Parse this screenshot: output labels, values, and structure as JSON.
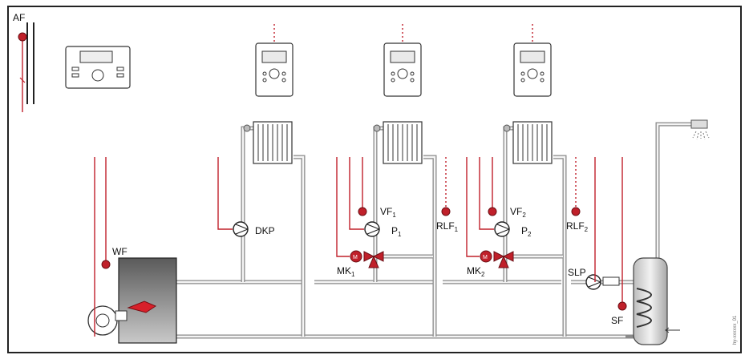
{
  "labels": {
    "outdoor_sensor": "AF",
    "boiler_sensor": "WF",
    "pump_direct": "DKP",
    "flow_sensor_1": "VF",
    "flow_sensor_1_sub": "1",
    "flow_sensor_2": "VF",
    "flow_sensor_2_sub": "2",
    "pump_1": "P",
    "pump_1_sub": "1",
    "pump_2": "P",
    "pump_2_sub": "2",
    "return_sensor_1": "RLF",
    "return_sensor_1_sub": "1",
    "return_sensor_2": "RLF",
    "return_sensor_2_sub": "2",
    "mixer_1": "MK",
    "mixer_1_sub": "1",
    "mixer_2": "MK",
    "mixer_2_sub": "2",
    "storage_pump": "SLP",
    "storage_sensor": "SF"
  },
  "watermark": "hy-xxxxxx_01",
  "colors": {
    "wire": "#c0202a",
    "pipe": "#8a8a8a",
    "boiler": "#8c8c8c",
    "frame": "#222222"
  }
}
